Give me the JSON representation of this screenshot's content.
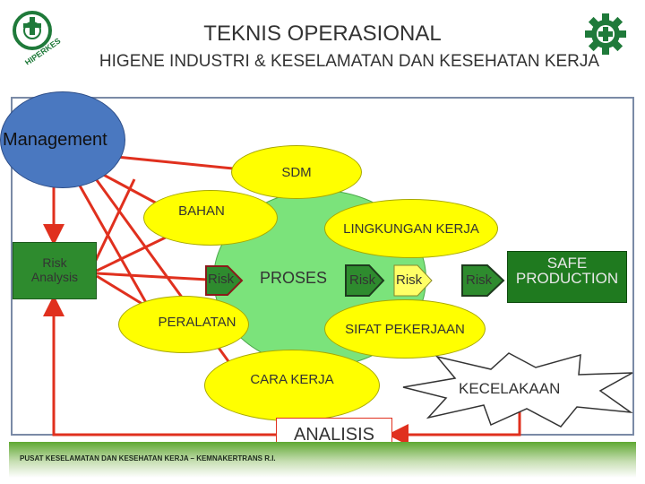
{
  "header": {
    "title": "TEKNIS OPERASIONAL",
    "subtitle": "HIGENE INDUSTRI & KESELAMATAN DAN KESEHATAN KERJA",
    "logo_left_text": "HIPERKES"
  },
  "diagram": {
    "management": "Management",
    "sdm": "SDM",
    "bahan": "BAHAN",
    "lingkungan": "LINGKUNGAN KERJA",
    "risk_analysis_line1": "Risk",
    "risk_analysis_line2": "Analysis",
    "risk_1": "Risk",
    "proses": "PROSES",
    "risk_2": "Risk",
    "risk_3": "Risk",
    "risk_4": "Risk",
    "safe_line1": "SAFE",
    "safe_line2": "PRODUCTION",
    "peralatan": "PERALATAN",
    "sifat": "SIFAT PEKERJAAN",
    "cara_kerja": "CARA KERJA",
    "kecelakaan": "KECELAKAAN",
    "analisis": "ANALISIS"
  },
  "footer": {
    "text": "PUSAT KESELAMATAN DAN KESEHATAN KERJA – KEMNAKERTRANS R.I."
  },
  "colors": {
    "management_fill": "#4a78c0",
    "ellipse_fill": "#ffff00",
    "proses_fill": "#7be37b",
    "arrow_green": "#2e8b2e",
    "arrow_yellow": "#ffff66",
    "connector_red": "#e0301e",
    "safe_fill": "#1f7a1f"
  }
}
